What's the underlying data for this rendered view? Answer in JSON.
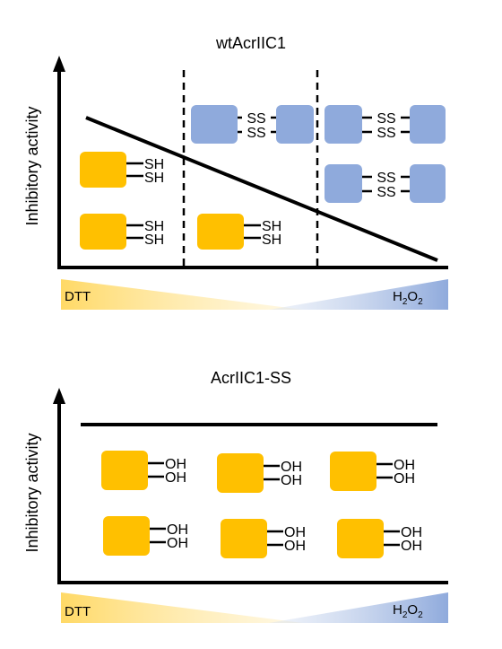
{
  "top_panel": {
    "title": "wtAcrIIC1",
    "y_label": "Inhibitory activity",
    "gradient": {
      "left": "DTT",
      "right_base": "H",
      "right_sub1": "2",
      "right_mid": "O",
      "right_sub2": "2"
    },
    "reduced_group": "SH",
    "oxidized_group": "SS",
    "trend": "decreasing"
  },
  "bottom_panel": {
    "title": "AcrIIC1-SS",
    "y_label": "Inhibitory activity",
    "gradient": {
      "left": "DTT",
      "right_base": "H",
      "right_sub1": "2",
      "right_mid": "O",
      "right_sub2": "2"
    },
    "group": "OH",
    "trend": "constant"
  },
  "colors": {
    "reduced_protein": "#FFC000",
    "oxidized_protein": "#8FAADC",
    "dtt_gradient": "#FFD966",
    "h2o2_gradient": "#8FAADC"
  }
}
